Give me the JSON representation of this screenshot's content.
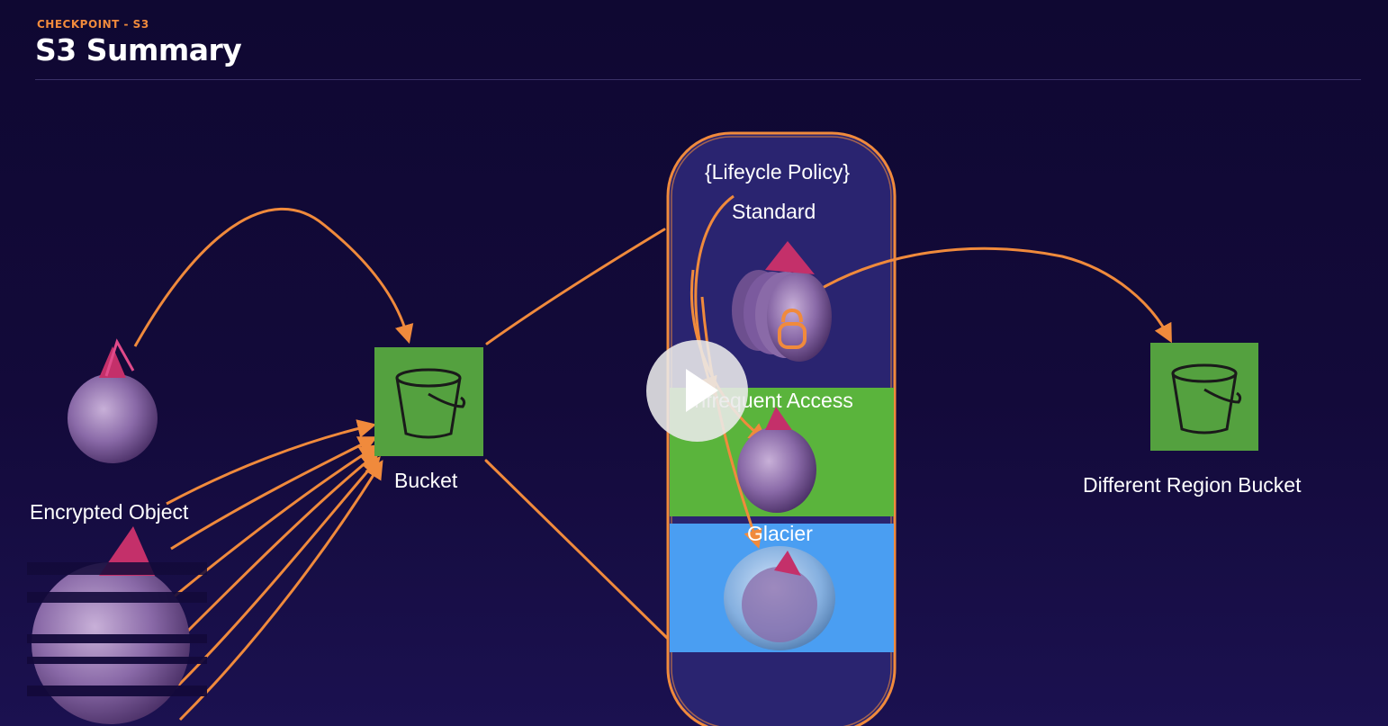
{
  "header": {
    "kicker": "CHECKPOINT - S3",
    "title": "S3 Summary"
  },
  "diagram": {
    "lifecycle_label": "{Lifeycle Policy}",
    "standard_label": "Standard",
    "infrequent_label": "Infrequent Access",
    "glacier_label": "Glacier",
    "bucket_label": "Bucket",
    "encrypted_label": "Encrypted Object",
    "region_bucket_label": "Different Region Bucket"
  },
  "colors": {
    "accent_orange": "#f08a3c",
    "bucket_green": "#54a13f",
    "infrequent_green": "#5ab43c",
    "glacier_blue": "#4a9ef2",
    "capsule_fill": "#2a2470",
    "beet_purple": "#8a6aa8",
    "beet_stem": "#c4306a"
  },
  "icons": [
    "bucket-icon",
    "lock-icon",
    "play-icon",
    "beet-icon"
  ],
  "player": {
    "play_icon": "play-icon"
  }
}
